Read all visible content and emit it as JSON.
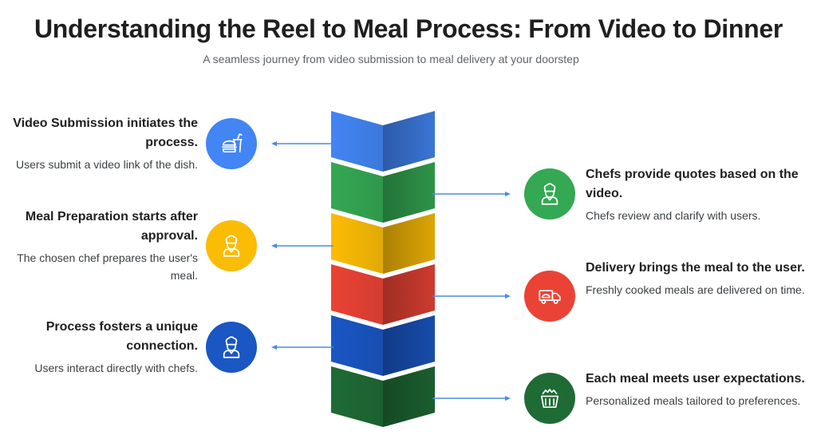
{
  "header": {
    "title": "Understanding the Reel to Meal Process: From Video to Dinner",
    "subtitle": "A seamless journey from video submission to meal delivery at your doorstep"
  },
  "colors": {
    "blue": "#4285F4",
    "green": "#34A853",
    "yellow": "#FBBC05",
    "red": "#EA4335",
    "dark_blue": "#1A56C4",
    "dark_green": "#1E6B35",
    "connector": "#4a8ae6"
  },
  "spine": {
    "segments": [
      "blue",
      "green",
      "yellow",
      "red",
      "dark_blue",
      "dark_green"
    ]
  },
  "steps_left": [
    {
      "heading": "Video Submission initiates the process.",
      "text": "Users submit a video link of the dish.",
      "icon": "fast-food-icon",
      "color": "#4285F4"
    },
    {
      "heading": "Meal Preparation starts after approval.",
      "text": "The chosen chef prepares the user's meal.",
      "icon": "chef-icon",
      "color": "#FBBC05"
    },
    {
      "heading": "Process fosters a unique connection.",
      "text": "Users interact directly with chefs.",
      "icon": "chef-icon",
      "color": "#1A56C4"
    }
  ],
  "steps_right": [
    {
      "heading": "Chefs provide quotes based on the video.",
      "text": "Chefs review and clarify with users.",
      "icon": "chef-icon",
      "color": "#34A853"
    },
    {
      "heading": "Delivery brings the meal to the user.",
      "text": "Freshly cooked meals are delivered on time.",
      "icon": "delivery-truck-icon",
      "color": "#EA4335"
    },
    {
      "heading": "Each meal meets user expectations.",
      "text": "Personalized meals tailored to preferences.",
      "icon": "food-basket-icon",
      "color": "#1E6B35"
    }
  ]
}
